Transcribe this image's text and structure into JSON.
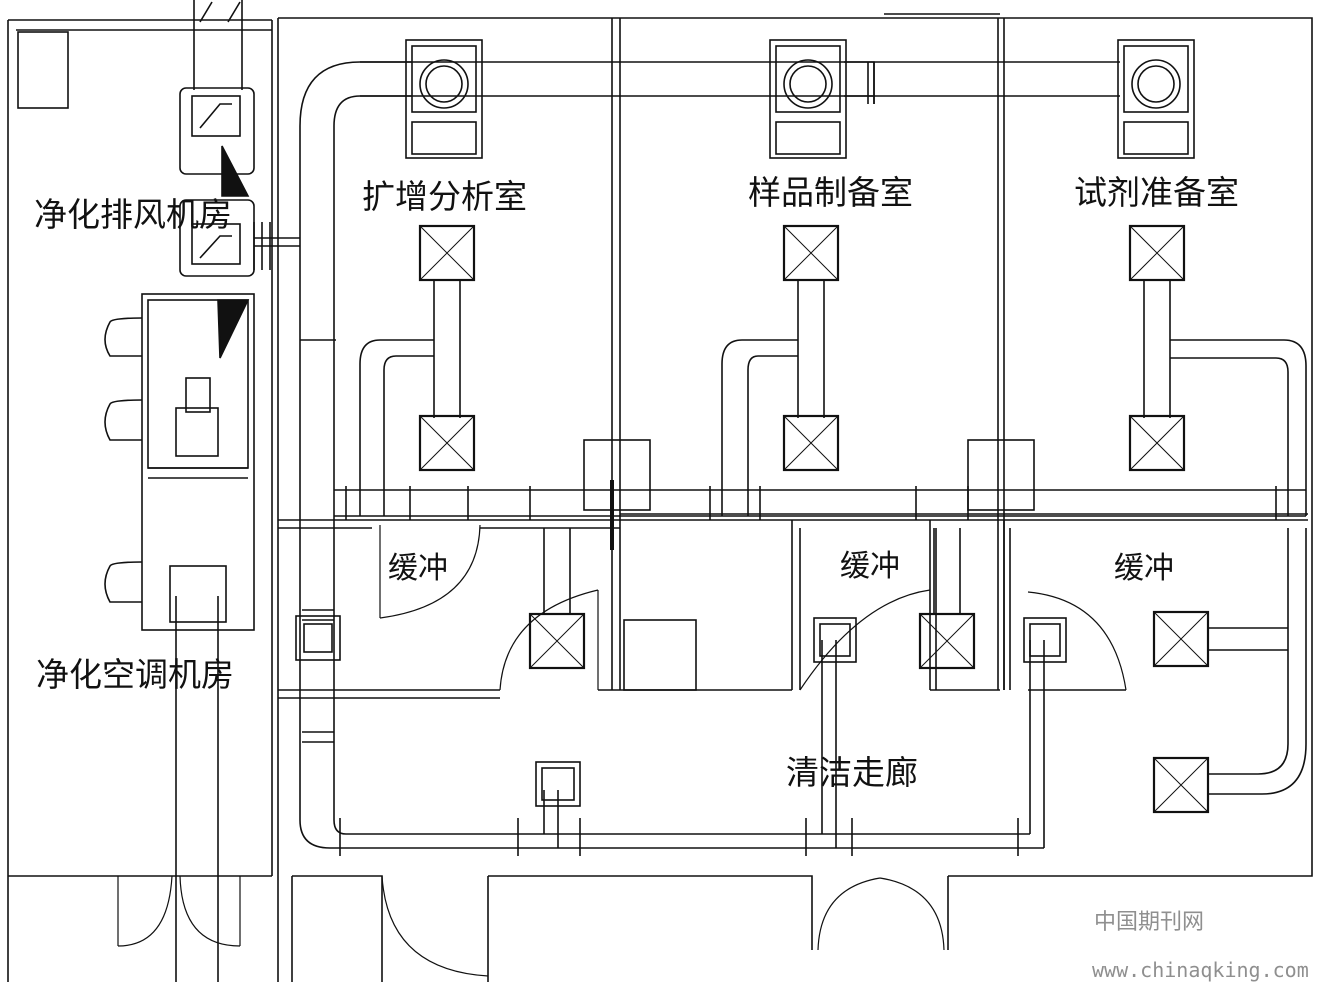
{
  "rooms": {
    "exhaust_room": "净化排风机房",
    "ahu_room": "净化空调机房",
    "pcr_room": "扩增分析室",
    "sample_room": "样品制备室",
    "reagent_room": "试剂准备室",
    "buffer_1": "缓冲",
    "buffer_2": "缓冲",
    "buffer_3": "缓冲",
    "corridor": "清洁走廊"
  },
  "watermark": {
    "name": "中国期刊网",
    "url": "www.chinaqking.com"
  },
  "colors": {
    "line": "#111111",
    "background": "#ffffff",
    "watermark": "#8f8f8f"
  }
}
